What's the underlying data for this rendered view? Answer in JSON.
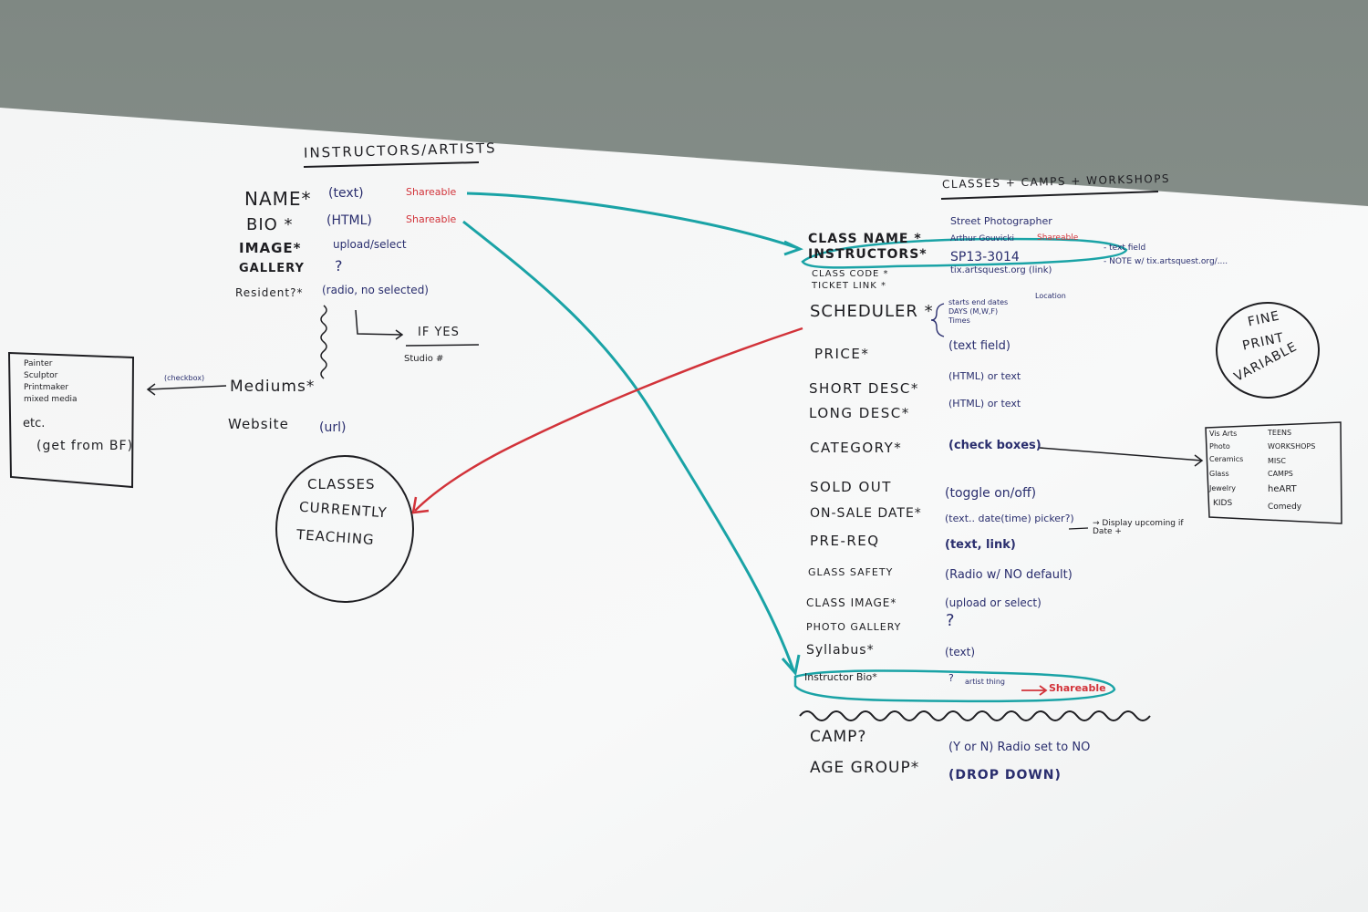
{
  "colors": {
    "board": "#f7f8f8",
    "ink_black": "#1e1e22",
    "ink_blue": "#2a2e6e",
    "ink_red": "#d2333a",
    "ink_teal": "#1aa3a6"
  },
  "instructors": {
    "title": "INSTRUCTORS/ARTISTS",
    "fields": [
      {
        "label": "NAME*",
        "value": "(text)",
        "note": "Shareable"
      },
      {
        "label": "BIO *",
        "value": "(HTML)",
        "note": "Shareable"
      },
      {
        "label": "IMAGE*",
        "value": "upload/select"
      },
      {
        "label": "GALLERY",
        "value": "?"
      },
      {
        "label": "Resident?*",
        "value": "(radio, no selected)"
      }
    ],
    "if_yes": "IF YES",
    "studio": "Studio #",
    "mediums": "Mediums*",
    "checkbox": "(checkbox)",
    "website": "Website",
    "website_value": "(url)",
    "medium_list": [
      "Painter",
      "Sculptor",
      "Printmaker",
      "mixed media",
      "etc.",
      "(get from BF)"
    ],
    "classes_circle": [
      "CLASSES",
      "CURRENTLY",
      "TEACHING"
    ]
  },
  "classes": {
    "title": "CLASSES + CAMPS + WORKSHOPS",
    "fields": [
      {
        "label": "CLASS NAME *",
        "value": "Street Photographer"
      },
      {
        "label": "INSTRUCTORS*",
        "value": "Arthur Gouvicki",
        "note": "Shareable"
      },
      {
        "label": "CLASS CODE *",
        "value": "SP13-3014",
        "aside": "- text field"
      },
      {
        "label": "TICKET LINK *",
        "value": "tix.artsquest.org (link)",
        "aside": "- NOTE w/ tix.artsquest.org/...."
      },
      {
        "label": "SCHEDULER *"
      },
      {
        "label": "PRICE*",
        "value": "(text field)"
      },
      {
        "label": "SHORT DESC*",
        "value": "(HTML) or text"
      },
      {
        "label": "LONG DESC*",
        "value": "(HTML) or text"
      },
      {
        "label": "CATEGORY*",
        "value": "(check boxes)"
      },
      {
        "label": "SOLD OUT",
        "value": "(toggle on/off)"
      },
      {
        "label": "ON-SALE DATE*",
        "value": "(text.. date(time) picker?)",
        "aside": "→ Display upcoming if Date +"
      },
      {
        "label": "PRE-REQ",
        "value": "(text, link)"
      },
      {
        "label": "GLASS SAFETY",
        "value": "(Radio w/ NO default)"
      },
      {
        "label": "CLASS IMAGE*",
        "value": "(upload or select)"
      },
      {
        "label": "PHOTO GALLERY",
        "value": "?"
      },
      {
        "label": "Syllabus*",
        "value": "(text)"
      },
      {
        "label": "Instructor Bio*",
        "value": "?",
        "note_pre": "artist thing",
        "note": "Shareable"
      },
      {
        "label": "CAMP?",
        "value": "(Y or N) Radio set to NO"
      },
      {
        "label": "AGE GROUP*",
        "value": "(DROP DOWN)"
      }
    ],
    "scheduler_notes": [
      "starts end dates",
      "DAYS (M,W,F)",
      "Times",
      "Location"
    ],
    "fine_print": [
      "FINE",
      "PRINT",
      "VARIABLE"
    ],
    "categories_left": [
      "Vis Arts",
      "Photo",
      "Ceramics",
      "Glass",
      "Jewelry",
      "KIDS"
    ],
    "categories_right": [
      "TEENS",
      "WORKSHOPS",
      "MISC",
      "CAMPS",
      "heART",
      "Comedy"
    ]
  }
}
